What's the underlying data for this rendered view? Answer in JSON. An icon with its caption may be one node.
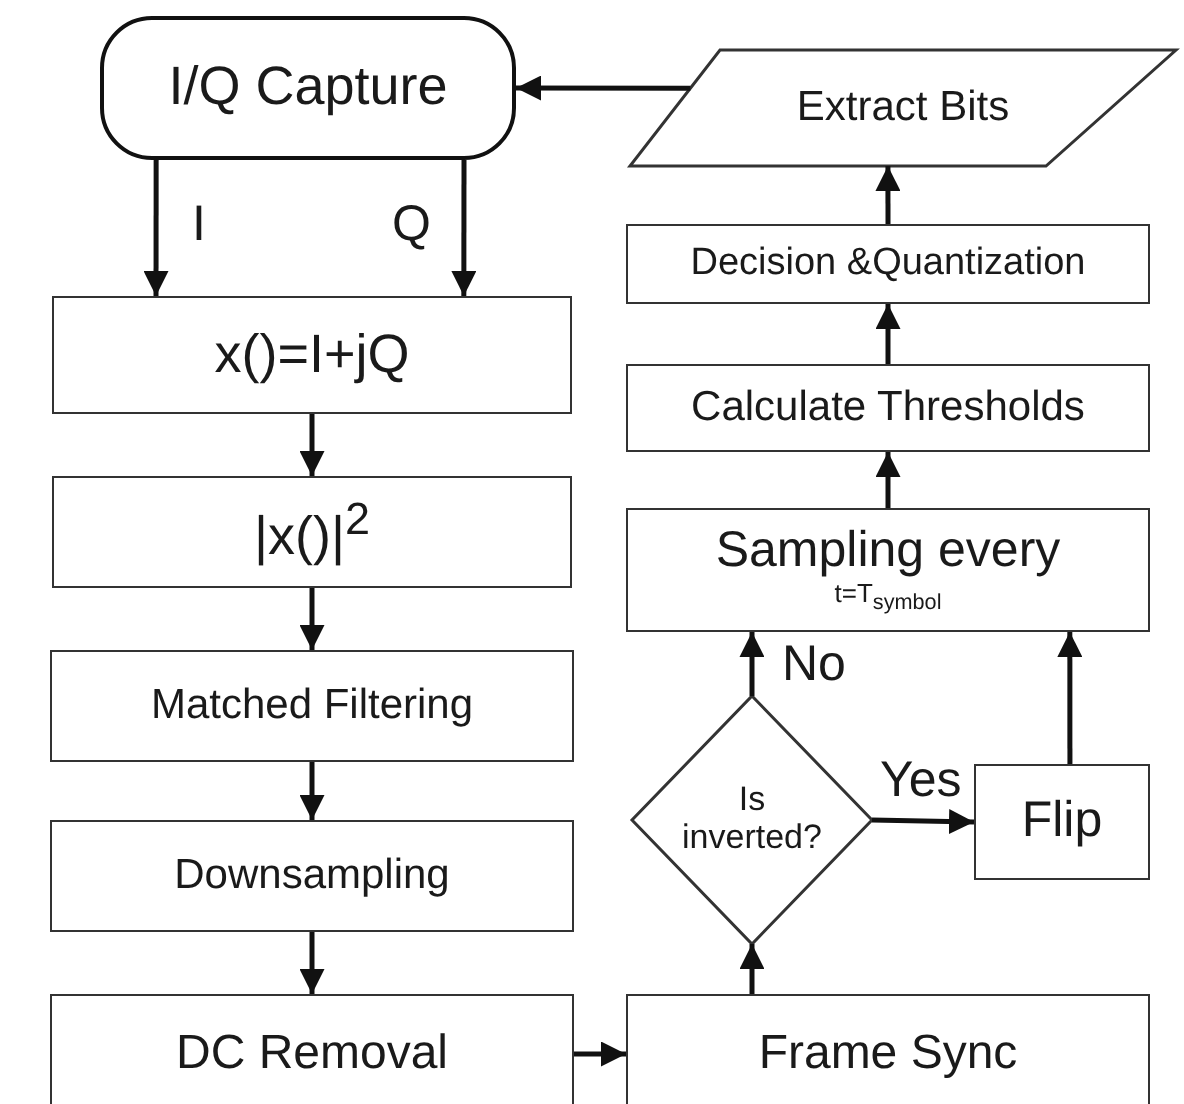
{
  "diagram": {
    "nodes": [
      {
        "text": [
          "I/Q Capture"
        ]
      },
      {
        "text": [
          "x()=I+jQ"
        ]
      },
      {
        "text": [
          "|x()|$^{2}$"
        ]
      },
      {
        "text": [
          "Matched Filtering"
        ]
      },
      {
        "text": [
          "Downsampling"
        ]
      },
      {
        "text": [
          "DC Removal"
        ]
      },
      {
        "text": [
          "Frame Sync"
        ]
      },
      {
        "text": [
          "Is inverted?"
        ]
      },
      {
        "text": [
          "Sampling every",
          "t=T$_{symbol}$"
        ]
      },
      {
        "text": [
          "Flip"
        ]
      },
      {
        "text": [
          "Calculate Thresholds"
        ]
      },
      {
        "text": [
          "Decision &Quantization"
        ]
      },
      {
        "text": [
          "Extract Bits"
        ]
      }
    ],
    "edges": [
      {
        "from": 0,
        "to": 1,
        "arrow": "to",
        "label": "I"
      },
      {
        "from": 0,
        "to": 1,
        "arrow": "to",
        "label": "Q"
      },
      {
        "from": 1,
        "to": 2,
        "arrow": "to"
      },
      {
        "from": 2,
        "to": 3,
        "arrow": "to"
      },
      {
        "from": 3,
        "to": 4,
        "arrow": "to"
      },
      {
        "from": 4,
        "to": 5,
        "arrow": "to"
      },
      {
        "from": 5,
        "to": 6,
        "arrow": "to"
      },
      {
        "from": 6,
        "to": 7,
        "arrow": "to"
      },
      {
        "from": 7,
        "to": 8,
        "arrow": "to",
        "label": "No"
      },
      {
        "from": 7,
        "to": 9,
        "arrow": "to",
        "label": "Yes"
      },
      {
        "from": 9,
        "to": 8,
        "arrow": "to"
      },
      {
        "from": 8,
        "to": 10,
        "arrow": "to"
      },
      {
        "from": 10,
        "to": 11,
        "arrow": "to"
      },
      {
        "from": 11,
        "to": 12,
        "arrow": "to"
      },
      {
        "from": 12,
        "to": 0,
        "arrow": "to"
      }
    ]
  }
}
